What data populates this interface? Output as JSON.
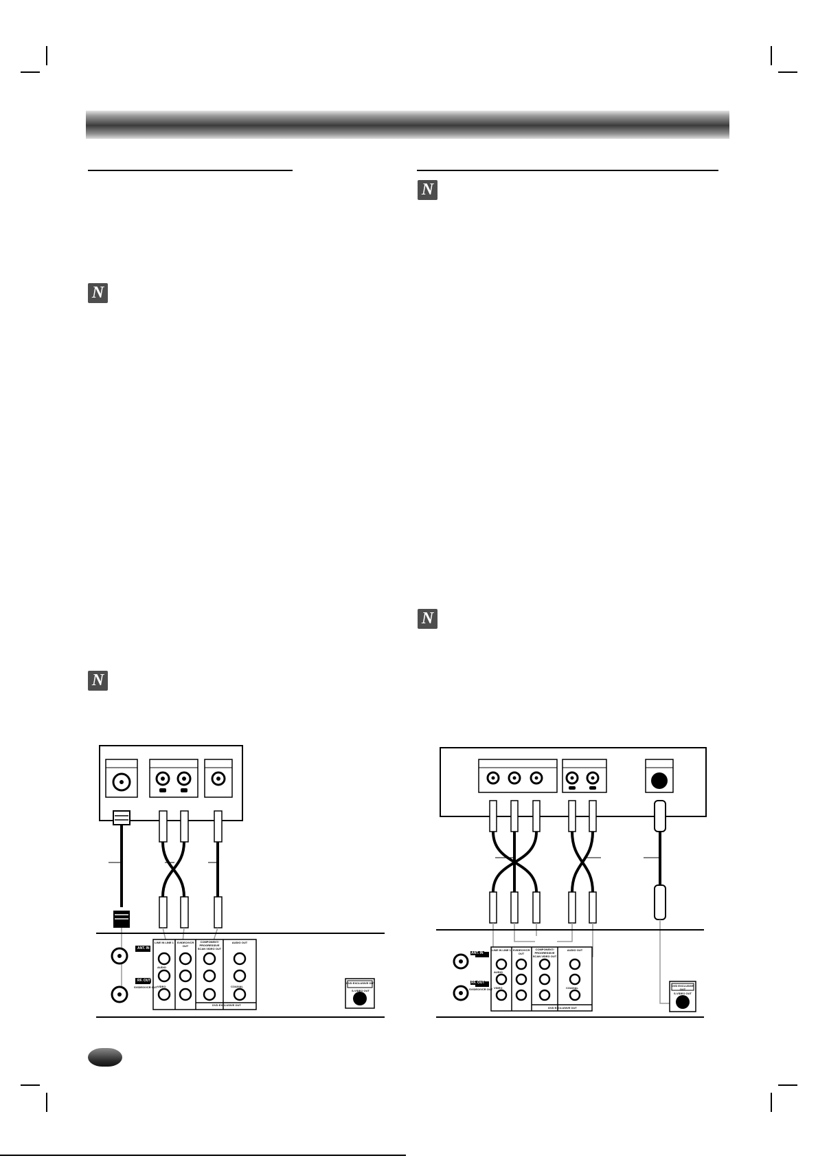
{
  "page": {
    "header_banner": "",
    "footer_code": ""
  },
  "notes": [
    {
      "id": "note-right-top",
      "icon": "note-n-icon"
    },
    {
      "id": "note-left-top",
      "icon": "note-n-icon"
    },
    {
      "id": "note-right-bottom",
      "icon": "note-n-icon"
    },
    {
      "id": "note-left-bottom",
      "icon": "note-n-icon"
    }
  ],
  "left_diagram": {
    "panel_labels": {
      "ant_in": "ANT. IN",
      "rf_out": "RF. OUT",
      "rf_out_sub": "SVIDEO/VCR OUT",
      "line_in": "LINE IN LINE 1",
      "svideo_out": "SVIDEO/VCR OUT",
      "component": "COMPONENT/ PROGRESSIVE SCAN VIDEO OUT",
      "audio_out": "AUDIO OUT",
      "audio": "AUDIO",
      "video": "VIDEO",
      "coaxial": "COAXIAL",
      "dvd_exclusive_out": "DVD EXCLUSIVE OUT",
      "svideo_box_title": "DVD EXCLUSIVE OUT",
      "svideo_box_label": "S-VIDEO OUT"
    }
  },
  "right_diagram": {
    "panel_labels": {
      "ant_in": "ANT. IN",
      "rf_out": "RF. OUT",
      "rf_out_sub": "SVIDEO/VCR OUT",
      "line_in": "LINE IN LINE 1",
      "svideo_out": "SVIDEO/VCR OUT",
      "component": "COMPONENT/ PROGRESSIVE SCAN VIDEO OUT",
      "audio_out": "AUDIO OUT",
      "audio": "AUDIO",
      "video": "VIDEO",
      "coaxial": "COAXIAL",
      "dvd_exclusive_out": "DVD EXCLUSIVE OUT",
      "svideo_box_title": "DVD EXCLUSIVE OUT",
      "svideo_box_label": "S-VIDEO OUT"
    }
  }
}
